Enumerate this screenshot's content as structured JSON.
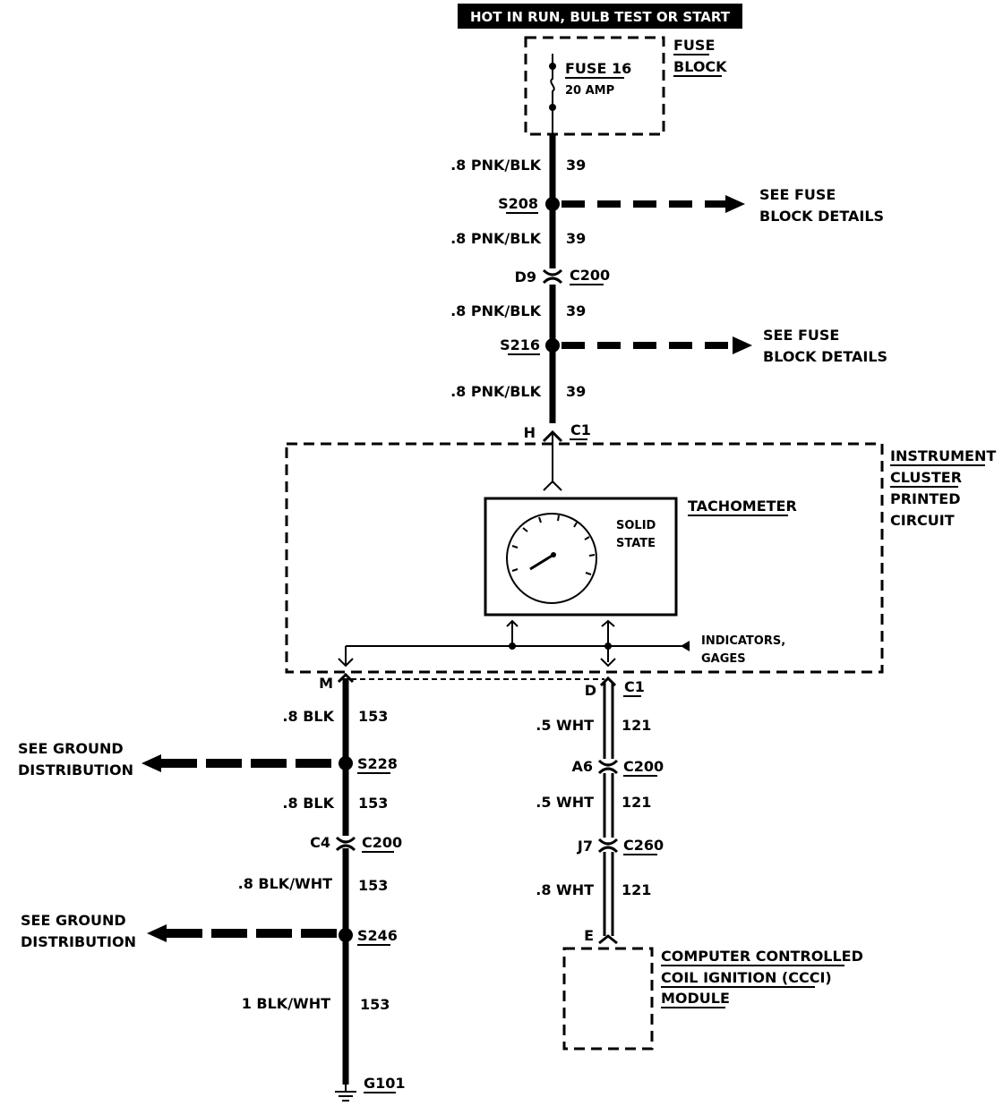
{
  "header": {
    "label": "HOT IN RUN, BULB TEST OR START"
  },
  "fuse_block": {
    "title_line1": "FUSE",
    "title_line2": "BLOCK",
    "fuse_name": "FUSE 16",
    "fuse_rating": "20 AMP"
  },
  "upper_wires": [
    {
      "gauge_color": ".8 PNK/BLK",
      "circuit": "39"
    },
    {
      "gauge_color": ".8 PNK/BLK",
      "circuit": "39"
    },
    {
      "gauge_color": ".8 PNK/BLK",
      "circuit": "39"
    },
    {
      "gauge_color": ".8 PNK/BLK",
      "circuit": "39"
    }
  ],
  "splices_upper": [
    {
      "id": "S208",
      "ref_line1": "SEE FUSE",
      "ref_line2": "BLOCK DETAILS"
    },
    {
      "id": "S216",
      "ref_line1": "SEE FUSE",
      "ref_line2": "BLOCK DETAILS"
    }
  ],
  "connector_d9": {
    "pin": "D9",
    "connector": "C200"
  },
  "connector_h": {
    "pin": "H",
    "connector": "C1"
  },
  "cluster": {
    "line1": "INSTRUMENT",
    "line2": "CLUSTER",
    "line3": "PRINTED",
    "line4": "CIRCUIT"
  },
  "tachometer": {
    "label": "TACHOMETER",
    "type_line1": "SOLID",
    "type_line2": "STATE"
  },
  "indicators": {
    "line1": "INDICATORS,",
    "line2": "GAGES"
  },
  "left_branch": {
    "top_pin": "M",
    "wires": [
      {
        "gauge_color": ".8 BLK",
        "circuit": "153"
      },
      {
        "gauge_color": ".8 BLK",
        "circuit": "153"
      },
      {
        "gauge_color": ".8 BLK/WHT",
        "circuit": "153"
      },
      {
        "gauge_color": "1 BLK/WHT",
        "circuit": "153"
      }
    ],
    "splice_s228": {
      "id": "S228",
      "ref_line1": "SEE GROUND",
      "ref_line2": "DISTRIBUTION"
    },
    "connector_c4": {
      "pin": "C4",
      "connector": "C200"
    },
    "splice_s246": {
      "id": "S246",
      "ref_line1": "SEE GROUND",
      "ref_line2": "DISTRIBUTION"
    },
    "ground": "G101"
  },
  "right_branch": {
    "top_pin": "D",
    "top_connector": "C1",
    "wires": [
      {
        "gauge_color": ".5 WHT",
        "circuit": "121"
      },
      {
        "gauge_color": ".5 WHT",
        "circuit": "121"
      },
      {
        "gauge_color": ".8 WHT",
        "circuit": "121"
      }
    ],
    "connector_a6": {
      "pin": "A6",
      "connector": "C200"
    },
    "connector_j7": {
      "pin": "J7",
      "connector": "C260"
    },
    "bottom_pin": "E",
    "module_line1": "COMPUTER CONTROLLED",
    "module_line2": "COIL IGNITION (CCCI)",
    "module_line3": "MODULE"
  }
}
